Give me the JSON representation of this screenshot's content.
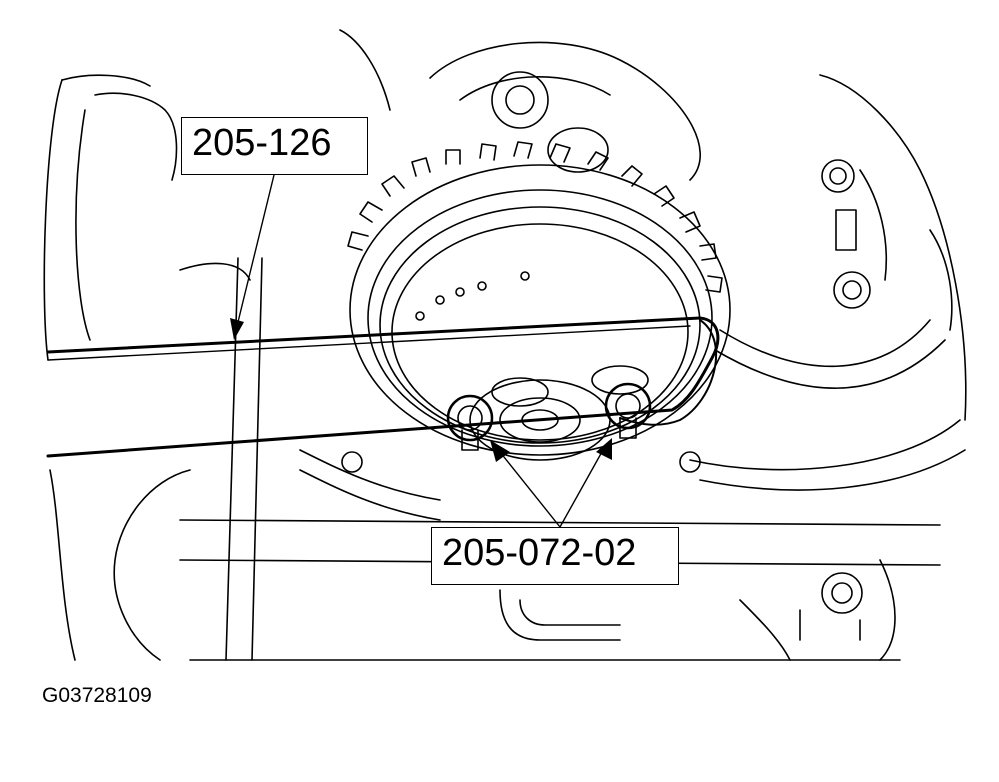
{
  "callouts": {
    "tool_1": "205-126",
    "tool_2": "205-072-02"
  },
  "figure_id": "G03728109",
  "colors": {
    "ink": "#000000",
    "paper": "#ffffff"
  }
}
